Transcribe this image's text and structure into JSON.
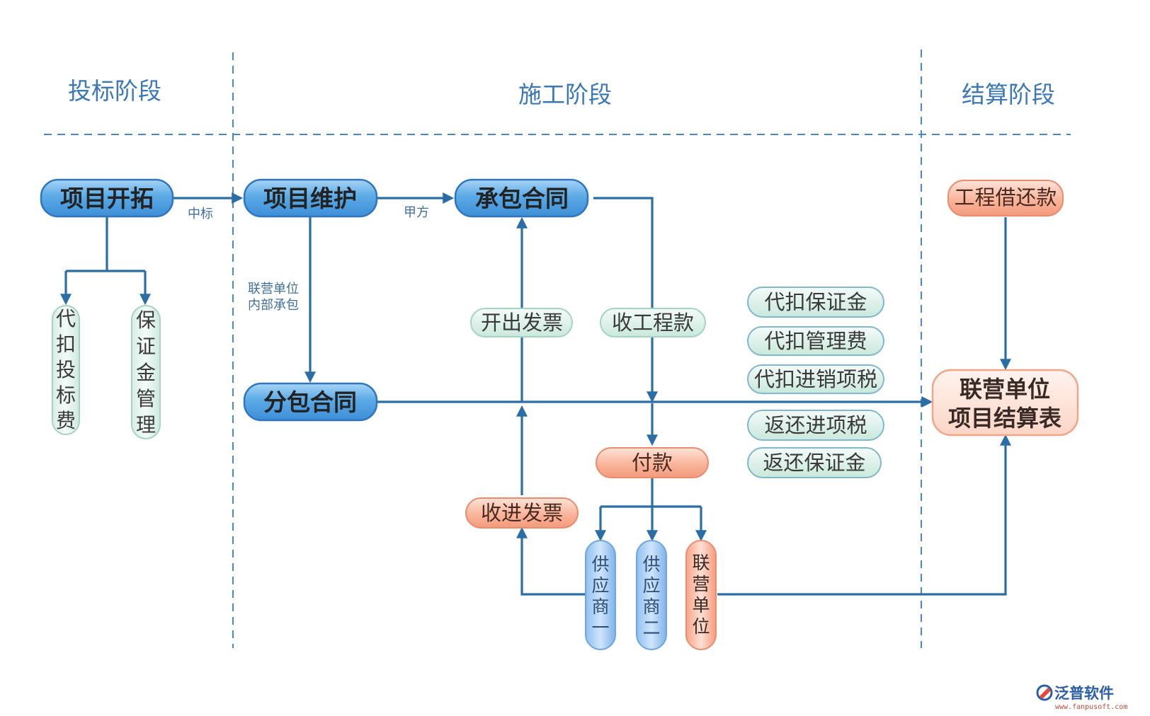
{
  "phases": {
    "bidding": "投标阶段",
    "construction": "施工阶段",
    "settlement": "结算阶段"
  },
  "edge_labels": {
    "won_bid": "中标",
    "party_a": "甲方",
    "joint_line1": "联营单位",
    "joint_line2": "内部承包"
  },
  "nodes": {
    "project_develop": "项目开拓",
    "project_maintain": "项目维护",
    "main_contract": "承包合同",
    "sub_contract": "分包合同",
    "issue_invoice": "开出发票",
    "receive_payment": "收工程款",
    "payment": "付款",
    "receive_invoice": "收进发票",
    "loan_repay": "工程借还款",
    "settlement_line1": "联营单位",
    "settlement_line2": "项目结算表",
    "withhold_deposit": "代扣保证金",
    "withhold_mgmt_fee": "代扣管理费",
    "withhold_vat": "代扣进销项税",
    "return_input_tax": "返还进项税",
    "return_deposit": "返还保证金"
  },
  "vertical_nodes": {
    "withhold_bid_fee": [
      "代",
      "扣",
      "投",
      "标",
      "费"
    ],
    "deposit_mgmt": [
      "保",
      "证",
      "金",
      "管",
      "理"
    ],
    "supplier_one": [
      "供",
      "应",
      "商",
      "一"
    ],
    "supplier_two": [
      "供",
      "应",
      "商",
      "二"
    ],
    "joint_unit": [
      "联",
      "营",
      "单",
      "位"
    ]
  },
  "logo": {
    "name": "泛普软件",
    "url": "www.fanpusoft.com"
  },
  "colors": {
    "blue_node": "#4d9fe0",
    "teal_node": "#d5eee5",
    "orange_node": "#f8a98d",
    "flow_line": "#2a6ea5",
    "divider": "#4a87c4"
  }
}
